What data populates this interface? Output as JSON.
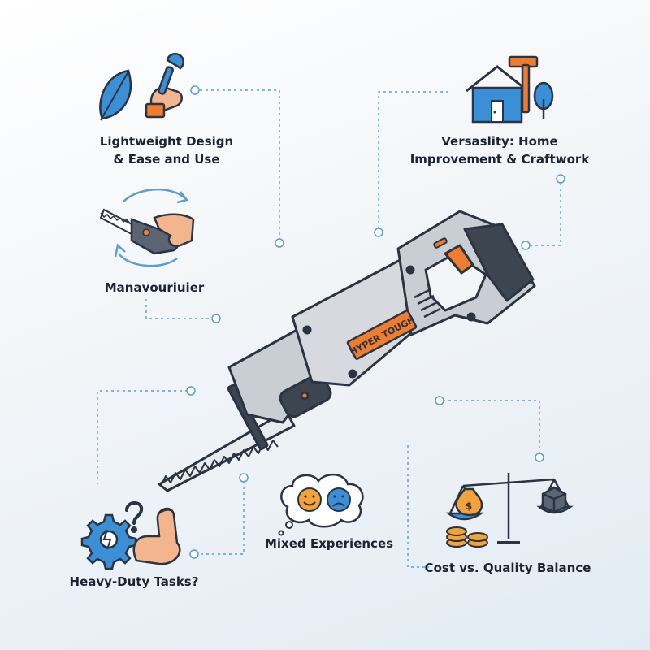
{
  "features": {
    "lightweight": {
      "line1": "Lightweight Design",
      "line2": "& Ease and Use",
      "icons": [
        "feather-icon",
        "wrench-hand-icon"
      ]
    },
    "versatility": {
      "line1": "Versaslity: Home",
      "line2": "Improvement & Craftwork",
      "icons": [
        "house-icon",
        "hammer-icon",
        "tree-icon"
      ]
    },
    "maneuver": {
      "label": "Manavouriuier",
      "icons": [
        "saw-in-hand-icon",
        "rotation-arrows-icon"
      ]
    },
    "heavy_duty": {
      "label": "Heavy-Duty Tasks?",
      "icons": [
        "broken-gear-icon",
        "question-mark-icon",
        "flexed-arm-icon"
      ]
    },
    "mixed": {
      "label": "Mixed Experiences",
      "icons": [
        "thought-bubble-icon",
        "happy-face-icon",
        "sad-face-icon"
      ]
    },
    "cost_quality": {
      "label": "Cost vs. Quality Balance",
      "icons": [
        "balance-scale-icon",
        "money-bag-icon",
        "coins-icon",
        "cube-icon"
      ]
    }
  },
  "product": {
    "brand": "HYPER TOUGH",
    "type": "reciprocating-saw"
  },
  "colors": {
    "accent": "#f07d2e",
    "blue": "#3b8fd6",
    "outline": "#2b3440",
    "tool_body": "#c9ced4",
    "connector": "#5a9fd4"
  }
}
